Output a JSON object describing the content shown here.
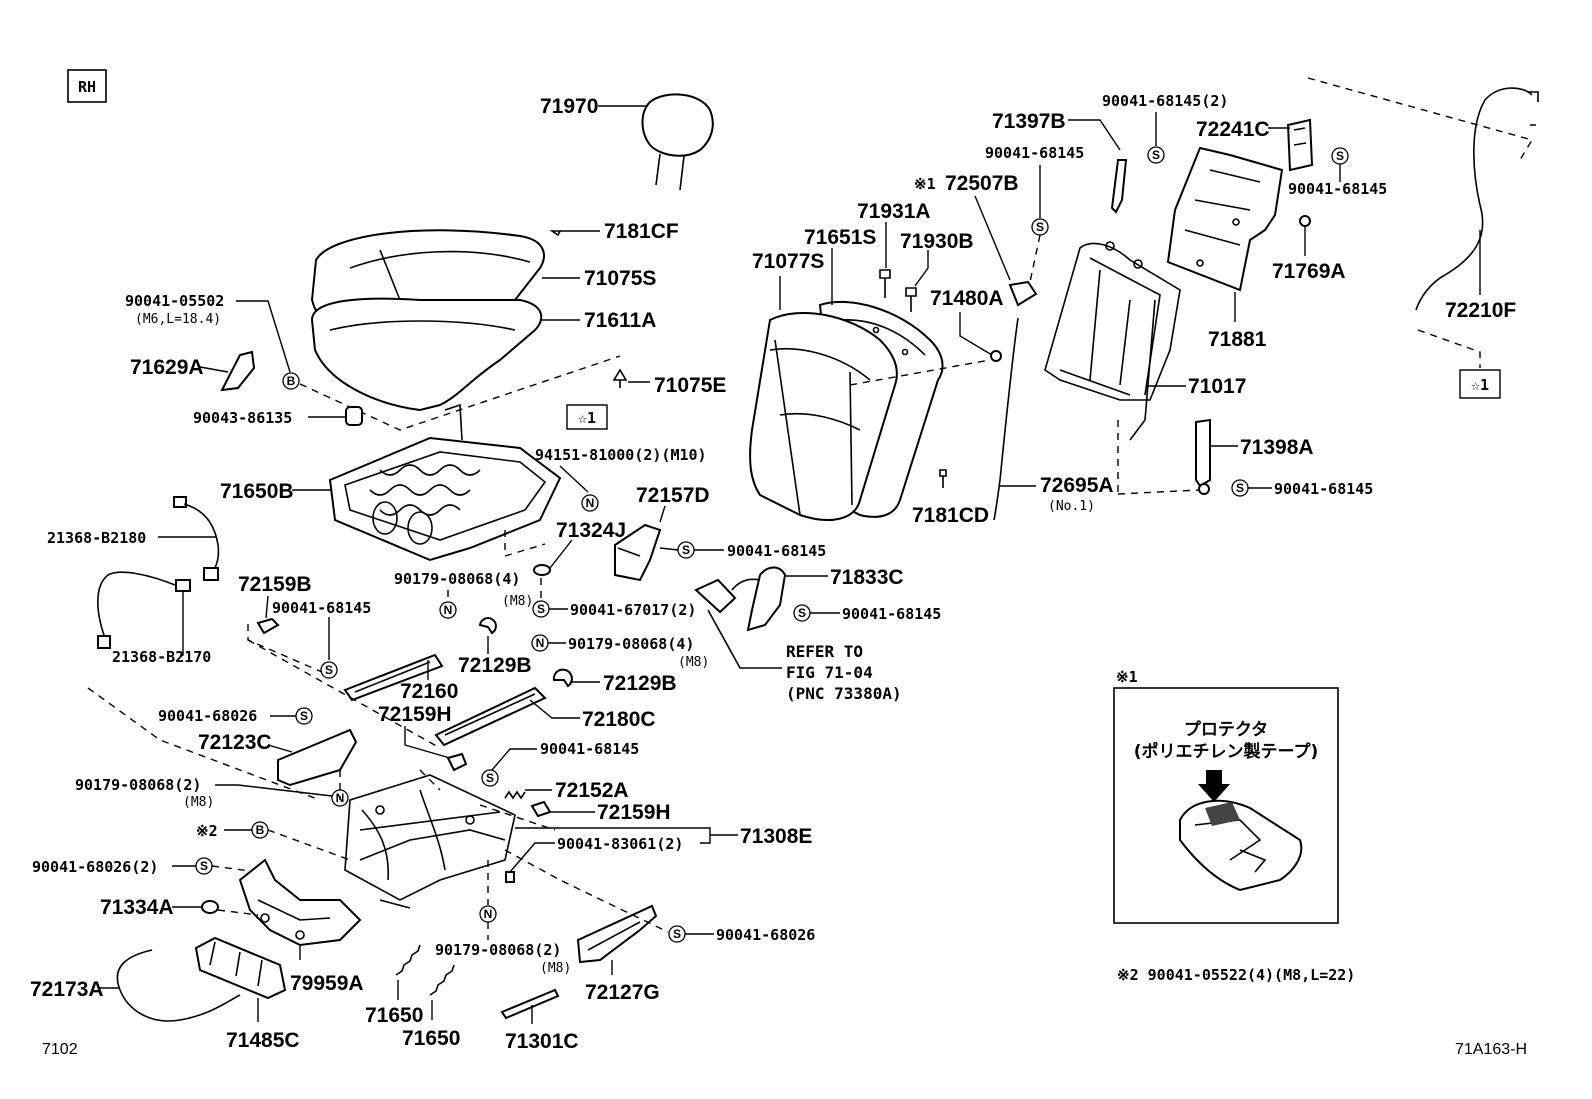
{
  "header": {
    "side_box": "RH"
  },
  "footer": {
    "left_code": "7102",
    "right_code": "71A163-H"
  },
  "note2": "※2  90041-05522(4)(M8,L=22)",
  "inset": {
    "mark": "※1",
    "line1": "プロテクタ",
    "line2": "(ポリエチレン製テープ)"
  },
  "symbols": {
    "s": "S",
    "n": "N",
    "b": "B"
  },
  "labels": {
    "p71970": "71970",
    "p7181CF": "7181CF",
    "p71075S": "71075S",
    "p71611A": "71611A",
    "p90041_05502": "90041-05502",
    "p90041_05502_sub": "(M6,L=18.4)",
    "p71629A": "71629A",
    "p90043_86135": "90043-86135",
    "p71075E": "71075E",
    "star1_a": "☆1",
    "p94151": "94151-81000(2)(M10)",
    "p71650B": "71650B",
    "p72157D": "72157D",
    "p71324J": "71324J",
    "p90041_68145_a": "90041-68145",
    "p21368_B2180": "21368-B2180",
    "p90179_4a": "90179-08068(4)",
    "p90179_4a_sub": "(M8)",
    "p90041_67017": "90041-67017(2)",
    "p72159B": "72159B",
    "p90041_68145_b": "90041-68145",
    "p21368_B2170": "21368-B2170",
    "p72129B_a": "72129B",
    "p72160": "72160",
    "p90179_4b": "90179-08068(4)",
    "p90179_4b_sub": "(M8)",
    "p72129B_b": "72129B",
    "p72180C": "72180C",
    "p71833C": "71833C",
    "p90041_68145_c": "90041-68145",
    "refer1": "REFER TO",
    "refer2": "FIG 71-04",
    "refer3": "(PNC 73380A)",
    "p90041_68026_a": "90041-68026",
    "p72159H_a": "72159H",
    "p72123C": "72123C",
    "p90041_68145_d": "90041-68145",
    "p90179_2a": "90179-08068(2)",
    "p90179_2a_sub": "(M8)",
    "p72152A": "72152A",
    "p72159H_b": "72159H",
    "note2_mark": "※2",
    "p90041_83061": "90041-83061(2)",
    "p71308E": "71308E",
    "p90041_68026_2": "90041-68026(2)",
    "p71334A": "71334A",
    "p90041_68026_b": "90041-68026",
    "p90179_2b": "90179-08068(2)",
    "p90179_2b_sub": "(M8)",
    "p72173A": "72173A",
    "p79959A": "79959A",
    "p72127G": "72127G",
    "p71650_a": "71650",
    "p71650_b": "71650",
    "p71485C": "71485C",
    "p71301C": "71301C",
    "p71397B": "71397B",
    "p90041_68145_2": "90041-68145(2)",
    "p72241C": "72241C",
    "p90041_68145_e": "90041-68145",
    "mark1": "※1",
    "p72507B": "72507B",
    "p90041_68145_f": "90041-68145",
    "p71931A": "71931A",
    "p71651S": "71651S",
    "p71930B": "71930B",
    "p71077S": "71077S",
    "p71480A": "71480A",
    "p71769A": "71769A",
    "p72210F": "72210F",
    "p71881": "71881",
    "star1_b": "☆1",
    "p71017": "71017",
    "p71398A": "71398A",
    "p72695A": "72695A",
    "p72695A_sub": "(No.1)",
    "p90041_68145_g": "90041-68145",
    "p7181CD": "7181CD"
  }
}
